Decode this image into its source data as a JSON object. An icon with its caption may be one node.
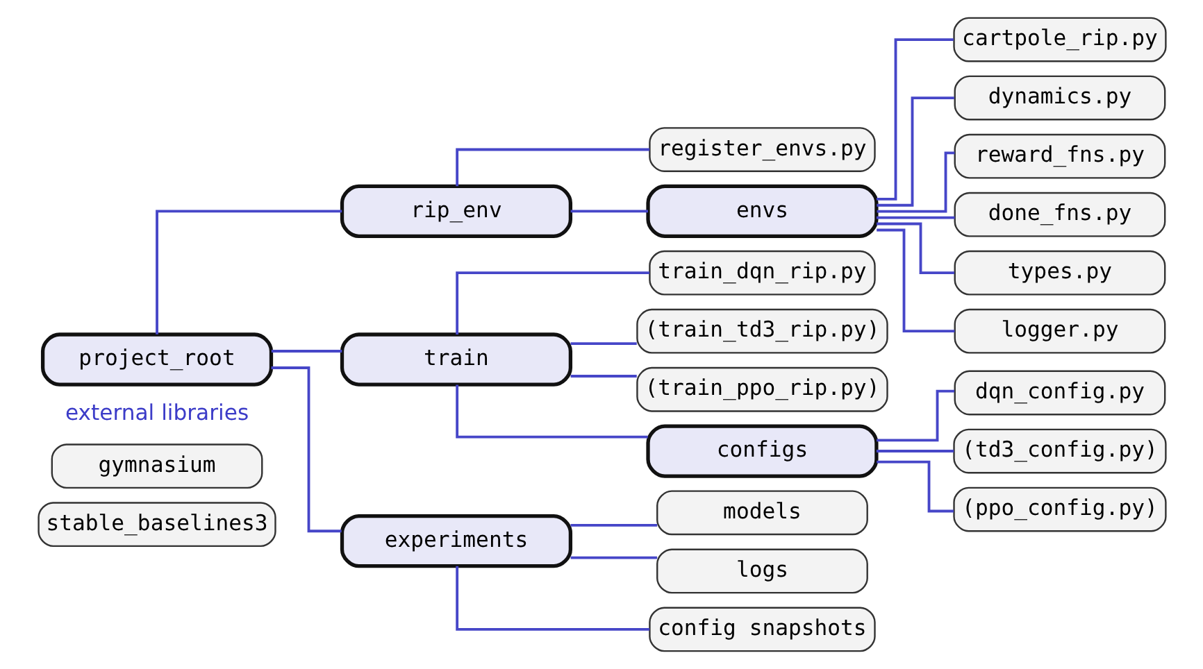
{
  "diagram": {
    "nodes": [
      {
        "text": [
          "project_root"
        ]
      },
      {
        "text": [
          "rip_env"
        ]
      },
      {
        "text": [
          "register_envs.py"
        ]
      },
      {
        "text": [
          "envs"
        ]
      },
      {
        "text": [
          "cartpole_rip.py"
        ]
      },
      {
        "text": [
          "dynamics.py"
        ]
      },
      {
        "text": [
          "reward_fns.py"
        ]
      },
      {
        "text": [
          "done_fns.py"
        ]
      },
      {
        "text": [
          "types.py"
        ]
      },
      {
        "text": [
          "logger.py"
        ]
      },
      {
        "text": [
          "train"
        ]
      },
      {
        "text": [
          "train_dqn_rip.py"
        ]
      },
      {
        "text": [
          "(train_td3_rip.py)"
        ]
      },
      {
        "text": [
          "(train_ppo_rip.py)"
        ]
      },
      {
        "text": [
          "configs"
        ]
      },
      {
        "text": [
          "dqn_config.py"
        ]
      },
      {
        "text": [
          "(td3_config.py)"
        ]
      },
      {
        "text": [
          "(ppo_config.py)"
        ]
      },
      {
        "text": [
          "experiments"
        ]
      },
      {
        "text": [
          "models"
        ]
      },
      {
        "text": [
          "logs"
        ]
      },
      {
        "text": [
          "config snapshots"
        ]
      },
      {
        "text": [
          "gymnasium"
        ]
      },
      {
        "text": [
          "stable_baselines3"
        ]
      }
    ],
    "edges": [
      {
        "from": 0,
        "to": 1,
        "arrow": "none"
      },
      {
        "from": 0,
        "to": 10,
        "arrow": "none"
      },
      {
        "from": 0,
        "to": 18,
        "arrow": "none"
      },
      {
        "from": 1,
        "to": 2,
        "arrow": "none"
      },
      {
        "from": 1,
        "to": 3,
        "arrow": "none"
      },
      {
        "from": 3,
        "to": 4,
        "arrow": "none"
      },
      {
        "from": 3,
        "to": 5,
        "arrow": "none"
      },
      {
        "from": 3,
        "to": 6,
        "arrow": "none"
      },
      {
        "from": 3,
        "to": 7,
        "arrow": "none"
      },
      {
        "from": 3,
        "to": 8,
        "arrow": "none"
      },
      {
        "from": 3,
        "to": 9,
        "arrow": "none"
      },
      {
        "from": 10,
        "to": 11,
        "arrow": "none"
      },
      {
        "from": 10,
        "to": 12,
        "arrow": "none"
      },
      {
        "from": 10,
        "to": 13,
        "arrow": "none"
      },
      {
        "from": 10,
        "to": 14,
        "arrow": "none"
      },
      {
        "from": 14,
        "to": 15,
        "arrow": "none"
      },
      {
        "from": 14,
        "to": 16,
        "arrow": "none"
      },
      {
        "from": 14,
        "to": 17,
        "arrow": "none"
      },
      {
        "from": 18,
        "to": 19,
        "arrow": "none"
      },
      {
        "from": 18,
        "to": 20,
        "arrow": "none"
      },
      {
        "from": 18,
        "to": 21,
        "arrow": "none"
      }
    ],
    "labels": [
      "external libraries"
    ]
  }
}
